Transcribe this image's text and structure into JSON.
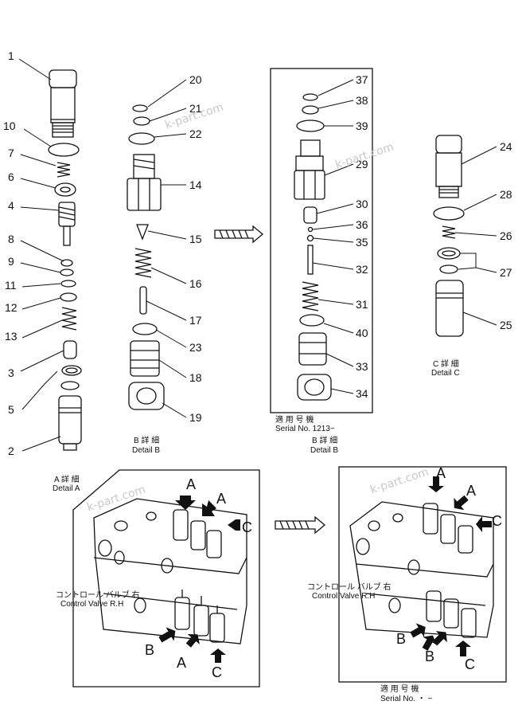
{
  "diagram_title": "",
  "watermark": "k-part.com",
  "detail_a": {
    "caption_jp": "A 詳 細",
    "caption_en": "Detail A",
    "callouts": [
      "1",
      "10",
      "7",
      "6",
      "4",
      "8",
      "9",
      "11",
      "12",
      "13",
      "3",
      "5",
      "2"
    ]
  },
  "detail_b": {
    "caption_jp": "B 詳 細",
    "caption_en": "Detail B",
    "callouts": [
      "20",
      "21",
      "22",
      "14",
      "15",
      "16",
      "17",
      "23",
      "18",
      "19"
    ]
  },
  "detail_b_new": {
    "caption_jp": "B 詳 細",
    "caption_en": "Detail B",
    "serial_jp": "適 用 号 機",
    "serial_en": "Serial No. 1213~",
    "callouts": [
      "37",
      "38",
      "39",
      "29",
      "30",
      "36",
      "35",
      "32",
      "31",
      "40",
      "33",
      "34"
    ]
  },
  "detail_c": {
    "caption_jp": "C 詳 細",
    "caption_en": "Detail C",
    "callouts": [
      "24",
      "28",
      "26",
      "27",
      "25"
    ]
  },
  "valve_left": {
    "label_jp": "コントロール バルブ 右",
    "label_en": "Control Valve R.H",
    "markers": [
      "A",
      "A",
      "C",
      "B",
      "A",
      "C"
    ]
  },
  "valve_right": {
    "label_jp": "コントロール バルブ 右",
    "label_en": "Control Valve R.H",
    "serial_jp": "適 用 号 機",
    "serial_en": "Serial No.  ・ ~",
    "markers": [
      "A",
      "A",
      "C",
      "B",
      "B",
      "A",
      "C"
    ]
  },
  "colors": {
    "ink": "#111111",
    "watermark": "#c8c8c8",
    "paper": "#ffffff"
  }
}
